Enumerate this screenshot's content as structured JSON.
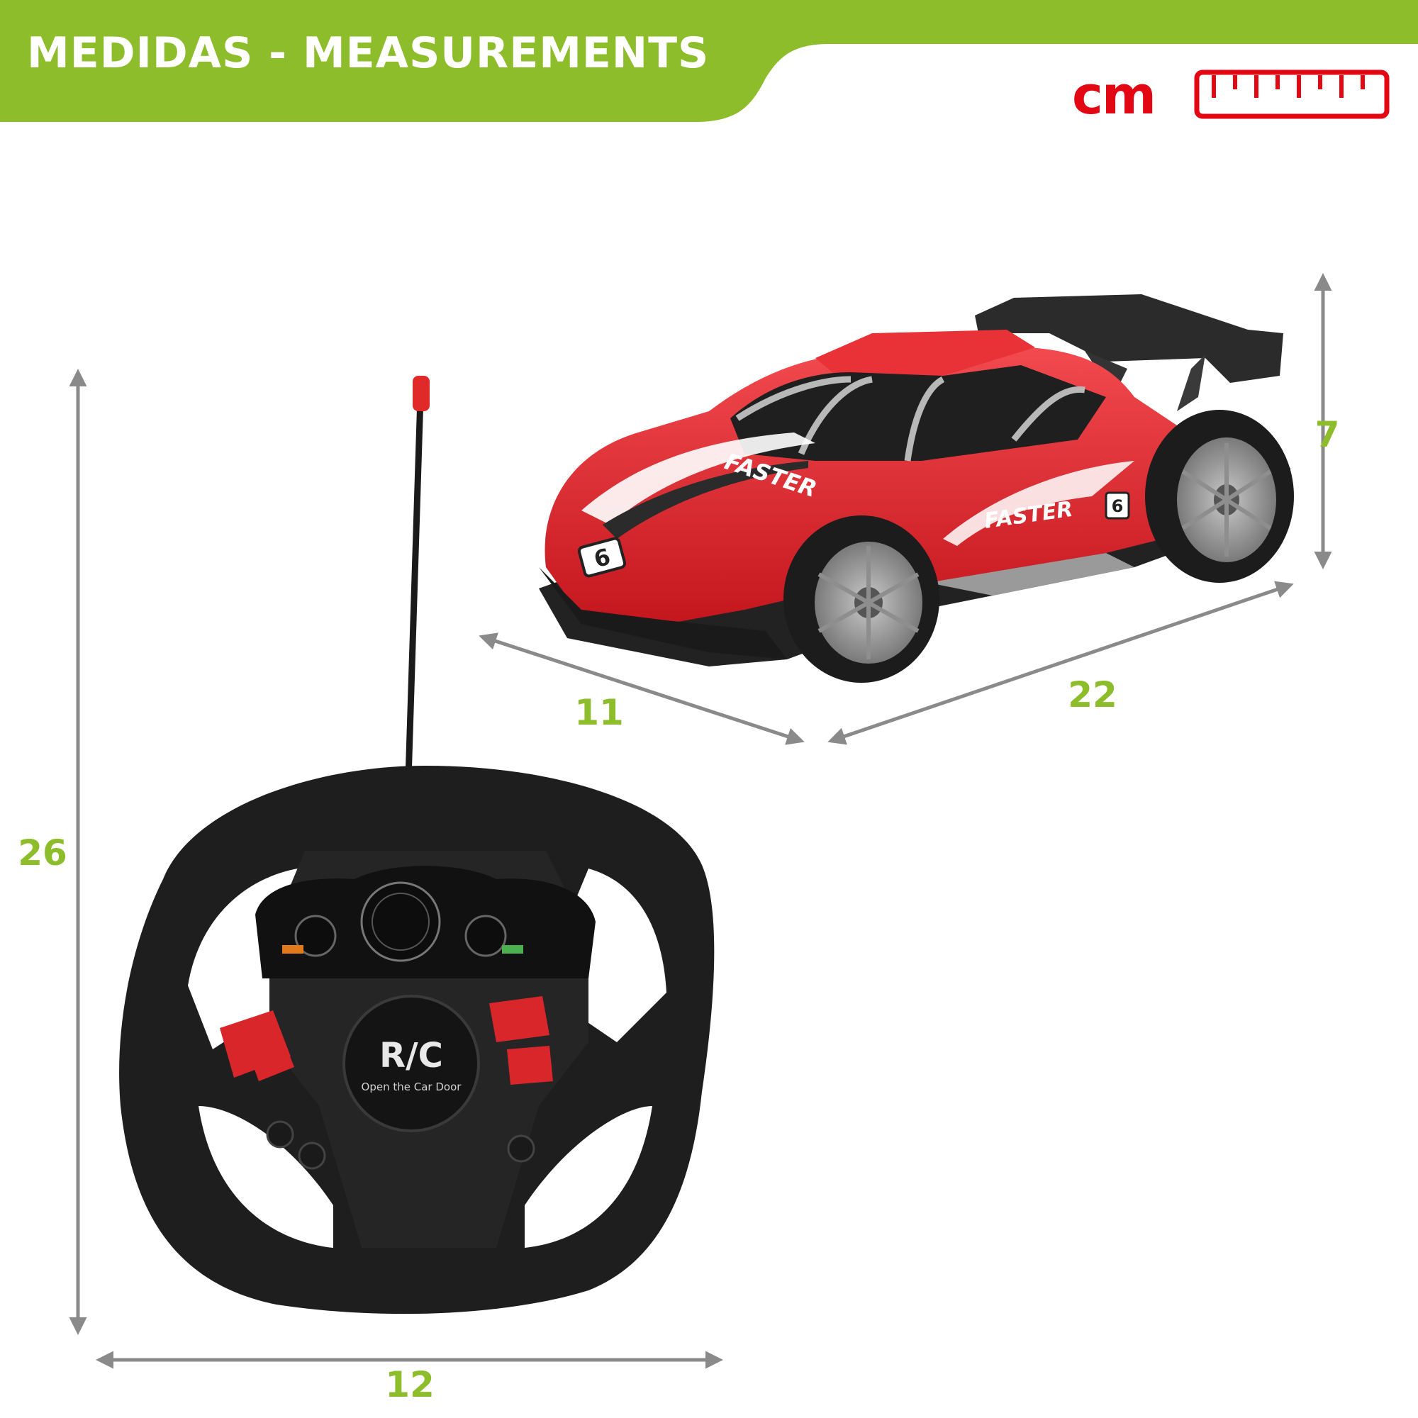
{
  "header": {
    "title": "MEDIDAS - MEASUREMENTS",
    "unit": "cm",
    "accent_color": "#8dbd2a",
    "unit_color": "#e30613"
  },
  "car": {
    "width_label": "11",
    "length_label": "22",
    "height_label": "7",
    "body_color": "#e4232a",
    "badge_number": "6",
    "decal_text": "FASTER"
  },
  "controller": {
    "height_label": "26",
    "width_label": "12",
    "center_label": "R/C",
    "center_sublabel": "Open the Car Door"
  },
  "icons": {
    "ruler": "ruler-icon",
    "arrows": "dimension-arrow"
  }
}
